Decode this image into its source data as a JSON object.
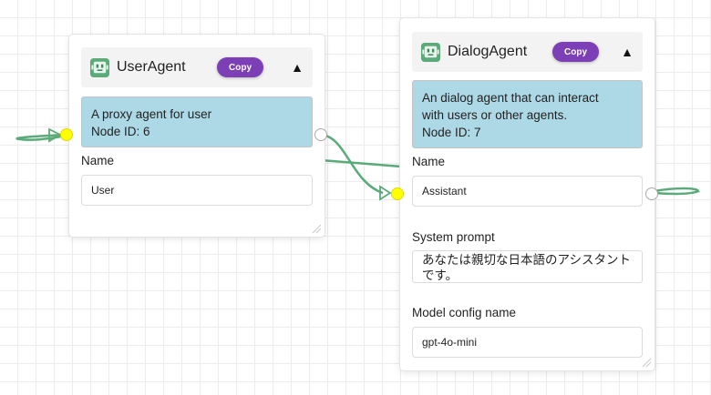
{
  "theme": {
    "copy_color": "#7c3fb5",
    "desc_bg": "#add8e6",
    "edge_color": "#5aaa7a",
    "input_handle_color": "#ffff00"
  },
  "nodes": {
    "user_agent": {
      "icon": "robot-icon",
      "title": "UserAgent",
      "copy_label": "Copy",
      "toggle": "▲",
      "description_lines": [
        "A proxy agent for user",
        "Node ID: 6"
      ],
      "fields": {
        "name": {
          "label": "Name",
          "value": "User"
        }
      }
    },
    "dialog_agent": {
      "icon": "robot-icon",
      "title": "DialogAgent",
      "copy_label": "Copy",
      "toggle": "▲",
      "description_lines": [
        "An dialog agent that can interact",
        "with users or other agents.",
        "Node ID: 7"
      ],
      "fields": {
        "name": {
          "label": "Name",
          "value": "Assistant"
        },
        "system_prompt": {
          "label": "System prompt",
          "value": "あなたは親切な日本語のアシスタントです。"
        },
        "model_config": {
          "label": "Model config name",
          "value": "gpt-4o-mini"
        }
      }
    }
  }
}
